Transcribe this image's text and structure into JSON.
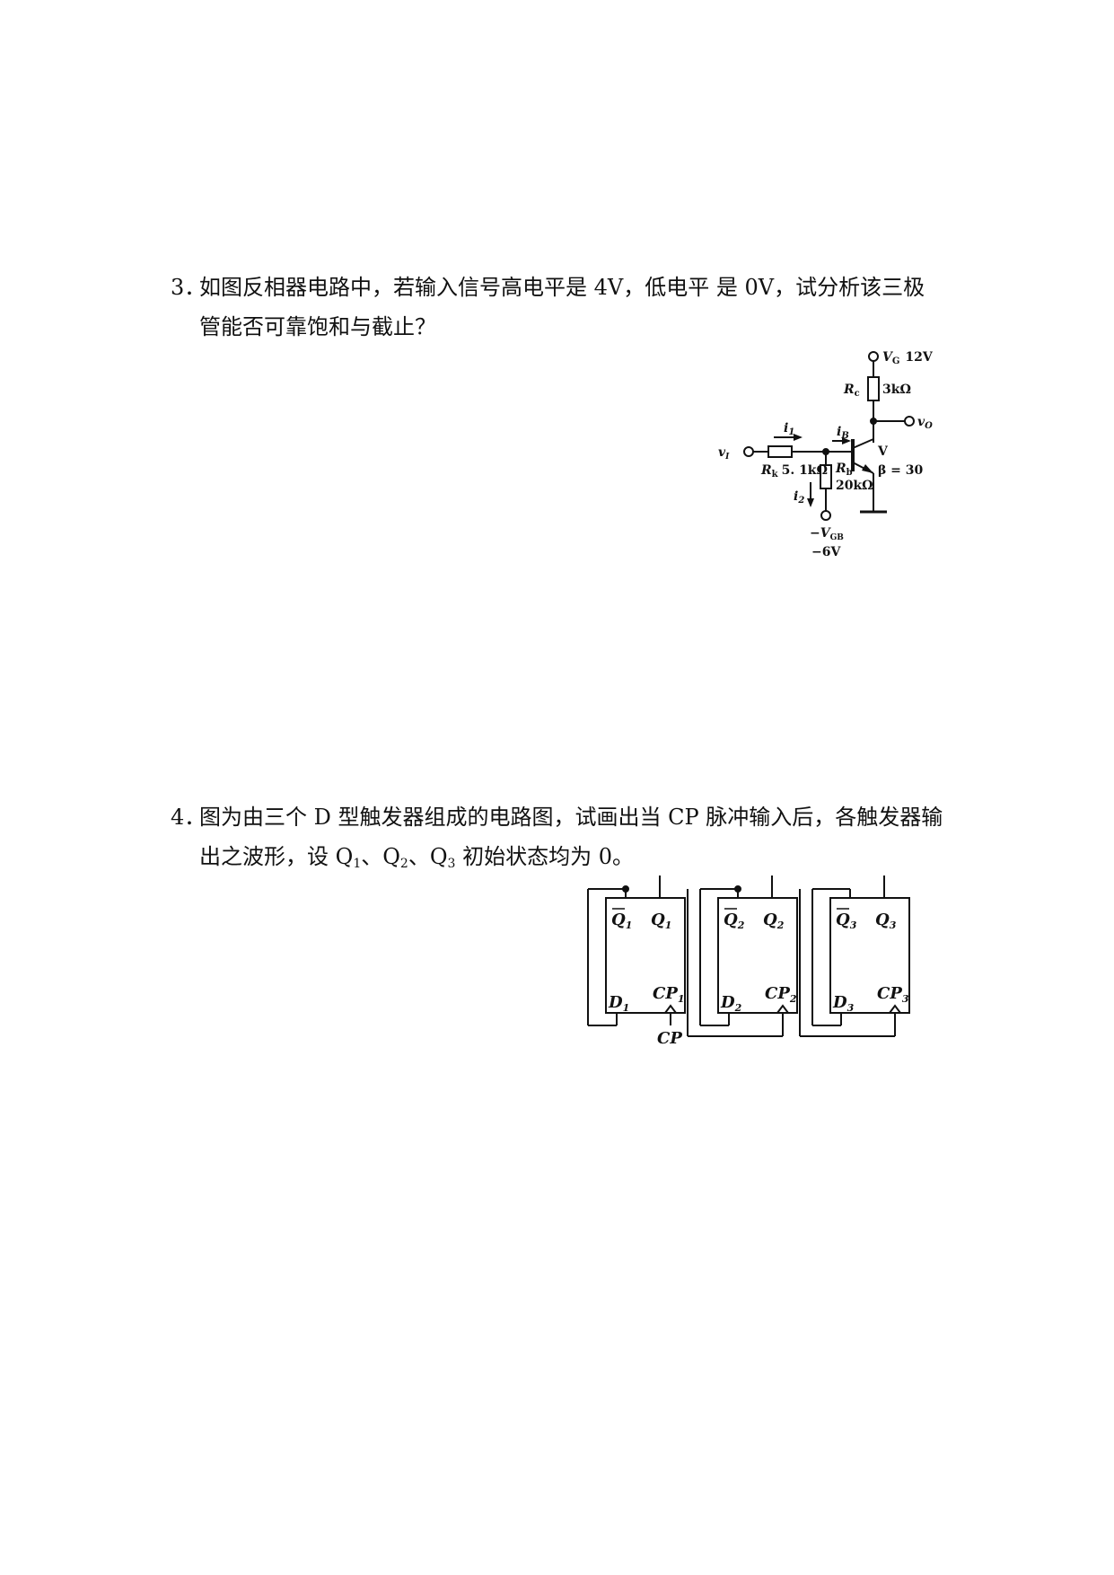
{
  "q3": {
    "number": "3．",
    "line1": "如图反相器电路中，若输入信号高电平是 4V，低电平  是 0V，试分析该三极",
    "line2": "管能否可靠饱和与截止？"
  },
  "inverter": {
    "vg": "V",
    "vg_sub": "G",
    "vg_val": "12V",
    "rc": "R",
    "rc_sub": "c",
    "rc_val": "3kΩ",
    "vo": "v",
    "vo_sub": "O",
    "i1": "i",
    "i1_sub": "1",
    "ib": "i",
    "ib_sub": "B",
    "v_label": "V",
    "vi": "v",
    "vi_sub": "I",
    "rk": "R",
    "rk_sub": "k",
    "rk_val": "5. 1kΩ",
    "beta": "β = 30",
    "rb": "R",
    "rb_sub": "b",
    "rb_val": "20kΩ",
    "i2": "i",
    "i2_sub": "2",
    "vgb": "−V",
    "vgb_sub": "GB",
    "vgb_val": "−6V"
  },
  "q4": {
    "number": "4．",
    "line1": "图为由三个 D 型触发器组成的电路图，试画出当 CP 脉冲输入后，各触发器输",
    "line2_a": "出之波形，设 Q",
    "sub1": "1",
    "sep1": "、Q",
    "sub2": "2",
    "sep2": "、Q",
    "sub3": "3",
    "line2_b": " 初始状态均为 0。"
  },
  "dff": {
    "ff1": {
      "qbar": "Q",
      "q": "Q",
      "d": "D",
      "cp": "CP",
      "idx": "1"
    },
    "ff2": {
      "qbar": "Q",
      "q": "Q",
      "d": "D",
      "cp": "CP",
      "idx": "2"
    },
    "ff3": {
      "qbar": "Q",
      "q": "Q",
      "d": "D",
      "cp": "CP",
      "idx": "3"
    },
    "cp_input": "CP"
  }
}
